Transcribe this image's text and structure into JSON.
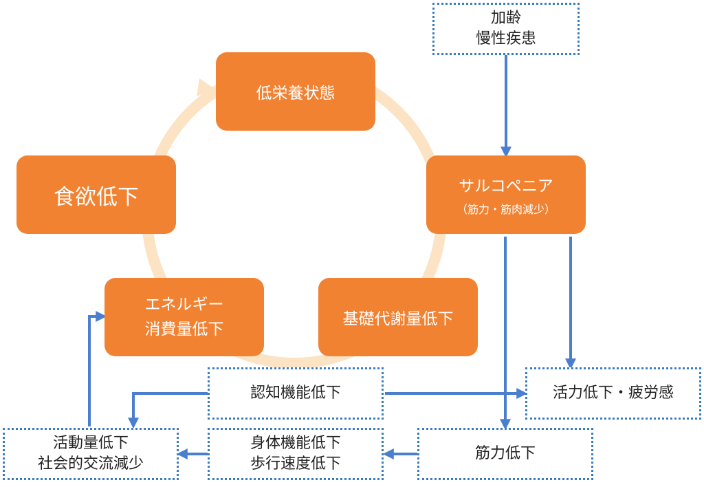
{
  "cycle": {
    "malnutrition": "低栄養状態",
    "sarcopenia": "サルコペニア",
    "sarcopenia_sub": "（筋力・筋肉減少）",
    "bmr": "基礎代謝量低下",
    "energy_line1": "エネルギー",
    "energy_line2": "消費量低下",
    "appetite": "食欲低下"
  },
  "causes": {
    "line1": "加齢",
    "line2": "慢性疾患"
  },
  "effects": {
    "vitality": "活力低下・疲労感",
    "cognitive": "認知機能低下",
    "muscle_strength": "筋力低下",
    "physical_line1": "身体機能低下",
    "physical_line2": "歩行速度低下",
    "activity_line1": "活動量低下",
    "activity_line2": "社会的交流減少"
  },
  "colors": {
    "orange": "#f08232",
    "ring": "#fbe3c4",
    "arrow_blue": "#4a7fcf",
    "dotted_border": "#3a7bbd"
  }
}
